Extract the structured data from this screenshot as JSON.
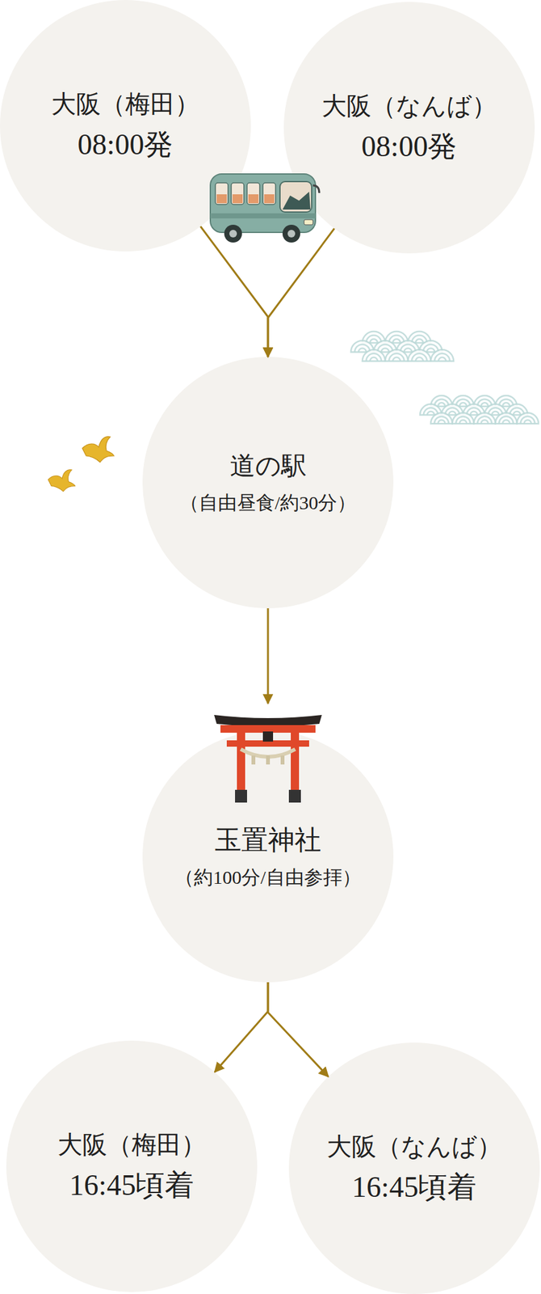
{
  "diagram": {
    "nodes": [
      {
        "text": [
          "大阪（梅田）",
          "08:00発"
        ]
      },
      {
        "text": [
          "大阪（なんば）",
          "08:00発"
        ]
      },
      {
        "text": [
          "道の駅",
          "（自由昼食/約30分）"
        ]
      },
      {
        "text": [
          "玉置神社",
          "（約100分/自由参拝）"
        ]
      },
      {
        "text": [
          "大阪（梅田）",
          "16:45頃着"
        ]
      },
      {
        "text": [
          "大阪（なんば）",
          "16:45頃着"
        ]
      }
    ],
    "edges": [
      {
        "from": 0,
        "to": 2,
        "arrow": "to"
      },
      {
        "from": 1,
        "to": 2,
        "arrow": "to"
      },
      {
        "from": 2,
        "to": 3,
        "arrow": "to"
      },
      {
        "from": 3,
        "to": 4,
        "arrow": "to"
      },
      {
        "from": 3,
        "to": 5,
        "arrow": "to"
      }
    ]
  }
}
